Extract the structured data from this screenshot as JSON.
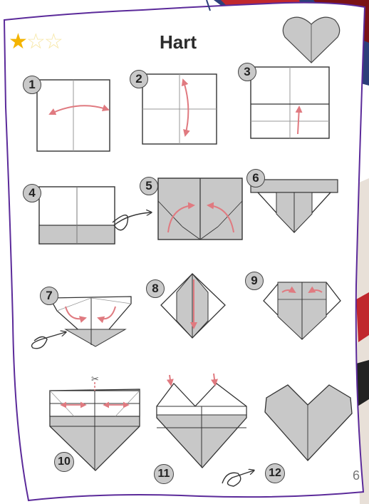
{
  "rating": {
    "filled": 1,
    "total": 3
  },
  "title": "Hart",
  "steps": [
    "1",
    "2",
    "3",
    "4",
    "5",
    "6",
    "7",
    "8",
    "9",
    "10",
    "11",
    "12"
  ],
  "page_number": "6",
  "colors": {
    "paper_gray": "#c8c8c8",
    "line": "#333333",
    "arrow": "#e07a80",
    "border": "#5b2a9a",
    "star": "#f4b400"
  },
  "icons": [
    "star-icon",
    "heart-icon",
    "scissors-icon",
    "turn-over-icon"
  ]
}
